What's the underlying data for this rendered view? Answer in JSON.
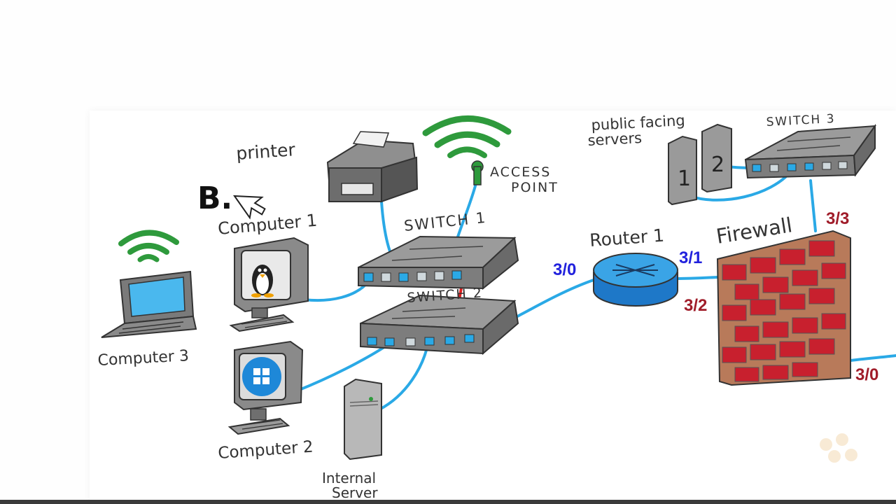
{
  "labels": {
    "printer": "printer",
    "access_point_line1": "ACCESS",
    "access_point_line2": "POINT",
    "switch1": "SWITCH 1",
    "switch2": "SWITCH 2",
    "switch3": "SWITCH 3",
    "computer1": "Computer 1",
    "computer2": "Computer 2",
    "computer3": "Computer 3",
    "internal_server_line1": "Internal",
    "internal_server_line2": "Server",
    "router1": "Router 1",
    "firewall": "Firewall",
    "public_servers_line1": "public facing",
    "public_servers_line2": "servers",
    "annotation": "B."
  },
  "ports": {
    "router_3_0": "3/0",
    "router_3_1": "3/1",
    "firewall_3_2": "3/2",
    "firewall_3_3": "3/3",
    "firewall_3_0": "3/0"
  },
  "server_numbers": [
    "1",
    "2"
  ],
  "colors": {
    "cable": "#2aa9e6",
    "crossover": "#e02020",
    "wifi": "#2e9a3c",
    "router_port_label": "#2222dd",
    "firewall_port_label": "#a01d2a",
    "brick": "#c8202e",
    "mortar": "#b87a5a"
  },
  "icons": [
    "wifi-icon",
    "linux-penguin-icon",
    "windows-logo-icon",
    "mouse-cursor-icon"
  ]
}
